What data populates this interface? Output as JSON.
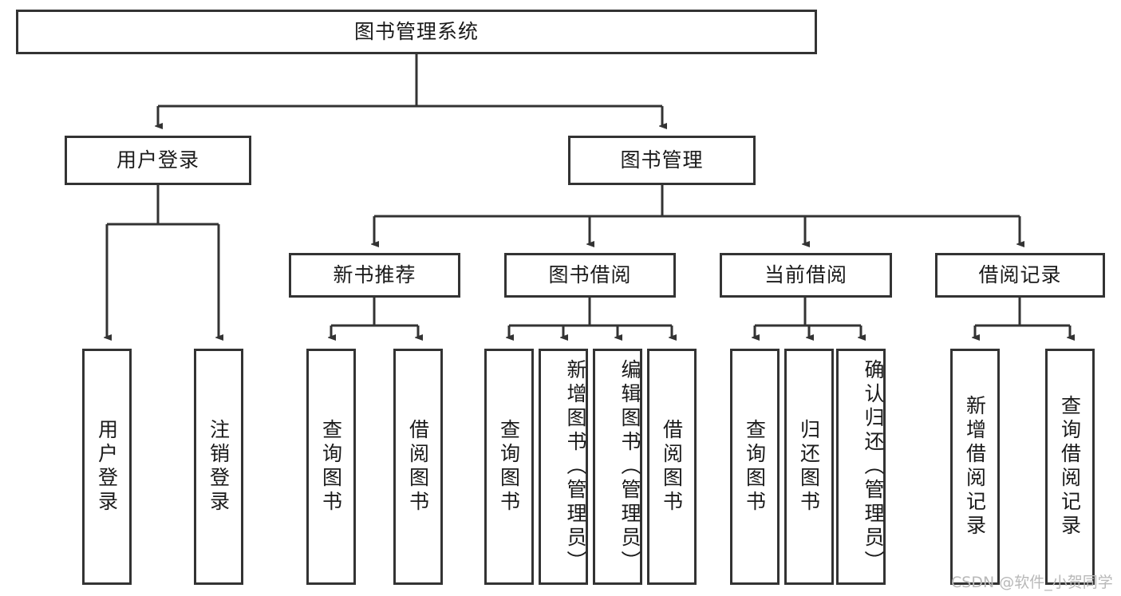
{
  "diagram": {
    "type": "tree-hierarchy-diagram",
    "title": "图书管理系统",
    "orientation": "top-down",
    "colors": {
      "box_border": "#333333",
      "box_fill": "#ffffff",
      "connector": "#333333",
      "text": "#1a1a1a",
      "watermark": "#b8b8b8"
    },
    "root": {
      "label": "图书管理系统",
      "level": 1
    },
    "level2": [
      {
        "label": "用户登录"
      },
      {
        "label": "图书管理"
      }
    ],
    "level3": [
      {
        "label": "新书推荐"
      },
      {
        "label": "图书借阅"
      },
      {
        "label": "当前借阅"
      },
      {
        "label": "借阅记录"
      }
    ],
    "leaves": {
      "user_login": [
        "用户登录",
        "注销登录"
      ],
      "new_book_recommend": [
        "查询图书",
        "借阅图书"
      ],
      "book_borrow": [
        "查询图书",
        "新增图书（管理员）",
        "编辑图书（管理员）",
        "借阅图书"
      ],
      "current_borrow": [
        "查询图书",
        "归还图书",
        "确认归还（管理员）"
      ],
      "borrow_record": [
        "新增借阅记录",
        "查询借阅记录"
      ]
    },
    "watermark": "CSDN @软件_小贺同学"
  }
}
